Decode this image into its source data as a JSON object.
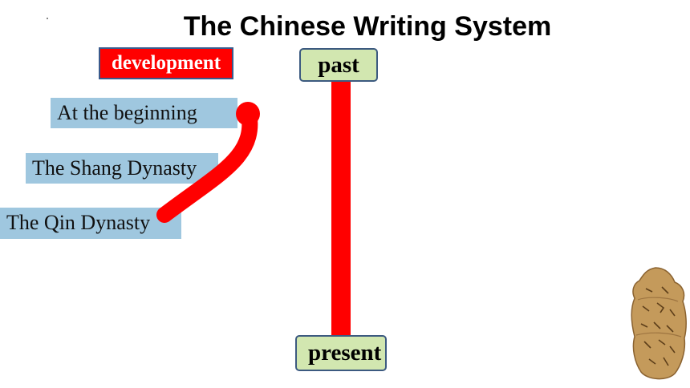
{
  "slide": {
    "title": "The Chinese Writing System",
    "development_label": "development",
    "stages": [
      "At the beginning",
      "The Shang Dynasty",
      "The Qin Dynasty"
    ],
    "timeline": {
      "top_label": "past",
      "bottom_label": "present",
      "bar_color": "#ff0000"
    },
    "colors": {
      "stage_fill": "#9fc7df",
      "timeline_box_fill": "#d2e7b0",
      "accent_red": "#ff0000"
    },
    "image": "oracle-bone-icon"
  }
}
